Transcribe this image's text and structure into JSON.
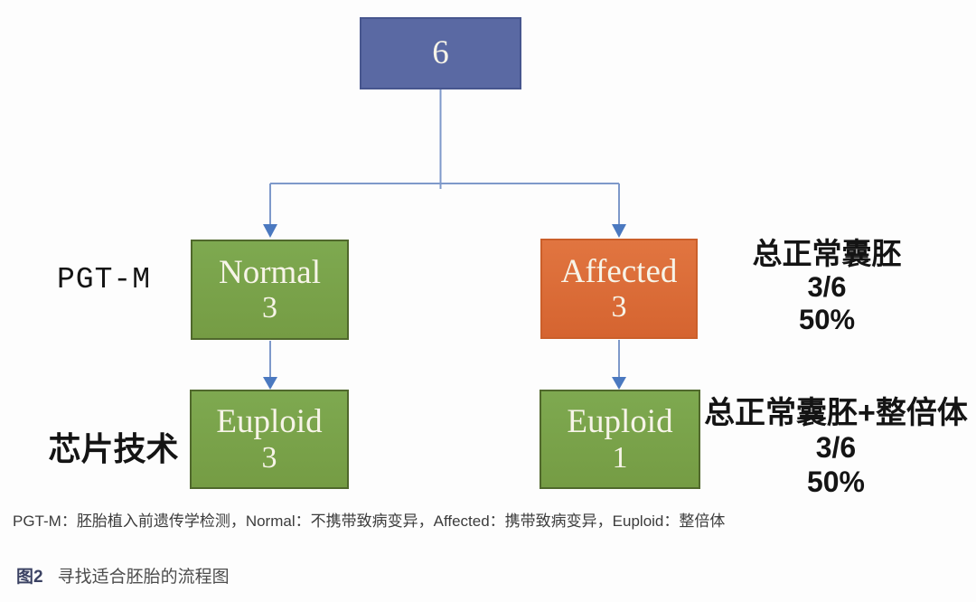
{
  "colors": {
    "root_fill": "#5a69a3",
    "root_border": "#47568e",
    "green_fill": "#7aa24b",
    "green_border": "#50682c",
    "orange_fill_top": "#e17540",
    "orange_fill_bottom": "#d56430",
    "orange_border": "#cb5f2a",
    "connector_line": "#7e99ca",
    "arrowhead": "#4b79c0",
    "caption_tag_color": "#3b4263",
    "box_text": "#f7f4e8",
    "annotation_text": "#141414"
  },
  "flowchart": {
    "root": {
      "value": "6"
    },
    "row_pgtm": {
      "side_label": "PGT-M",
      "normal_box": {
        "title": "Normal",
        "count": "3"
      },
      "affected_box": {
        "title": "Affected",
        "count": "3"
      },
      "annotation": {
        "title": "总正常囊胚",
        "fraction": "3/6",
        "percent": "50%"
      }
    },
    "row_chip": {
      "side_label": "芯片技术",
      "euploid_left_box": {
        "title": "Euploid",
        "count": "3"
      },
      "euploid_right_box": {
        "title": "Euploid",
        "count": "1"
      },
      "annotation": {
        "title": "总正常囊胚+整倍体",
        "fraction": "3/6",
        "percent": "50%"
      }
    }
  },
  "footnote": "PGT-M：胚胎植入前遗传学检测，Normal：不携带致病变异，Affected：携带致病变异，Euploid：整倍体",
  "caption": {
    "tag": "图2",
    "text": "寻找适合胚胎的流程图"
  }
}
